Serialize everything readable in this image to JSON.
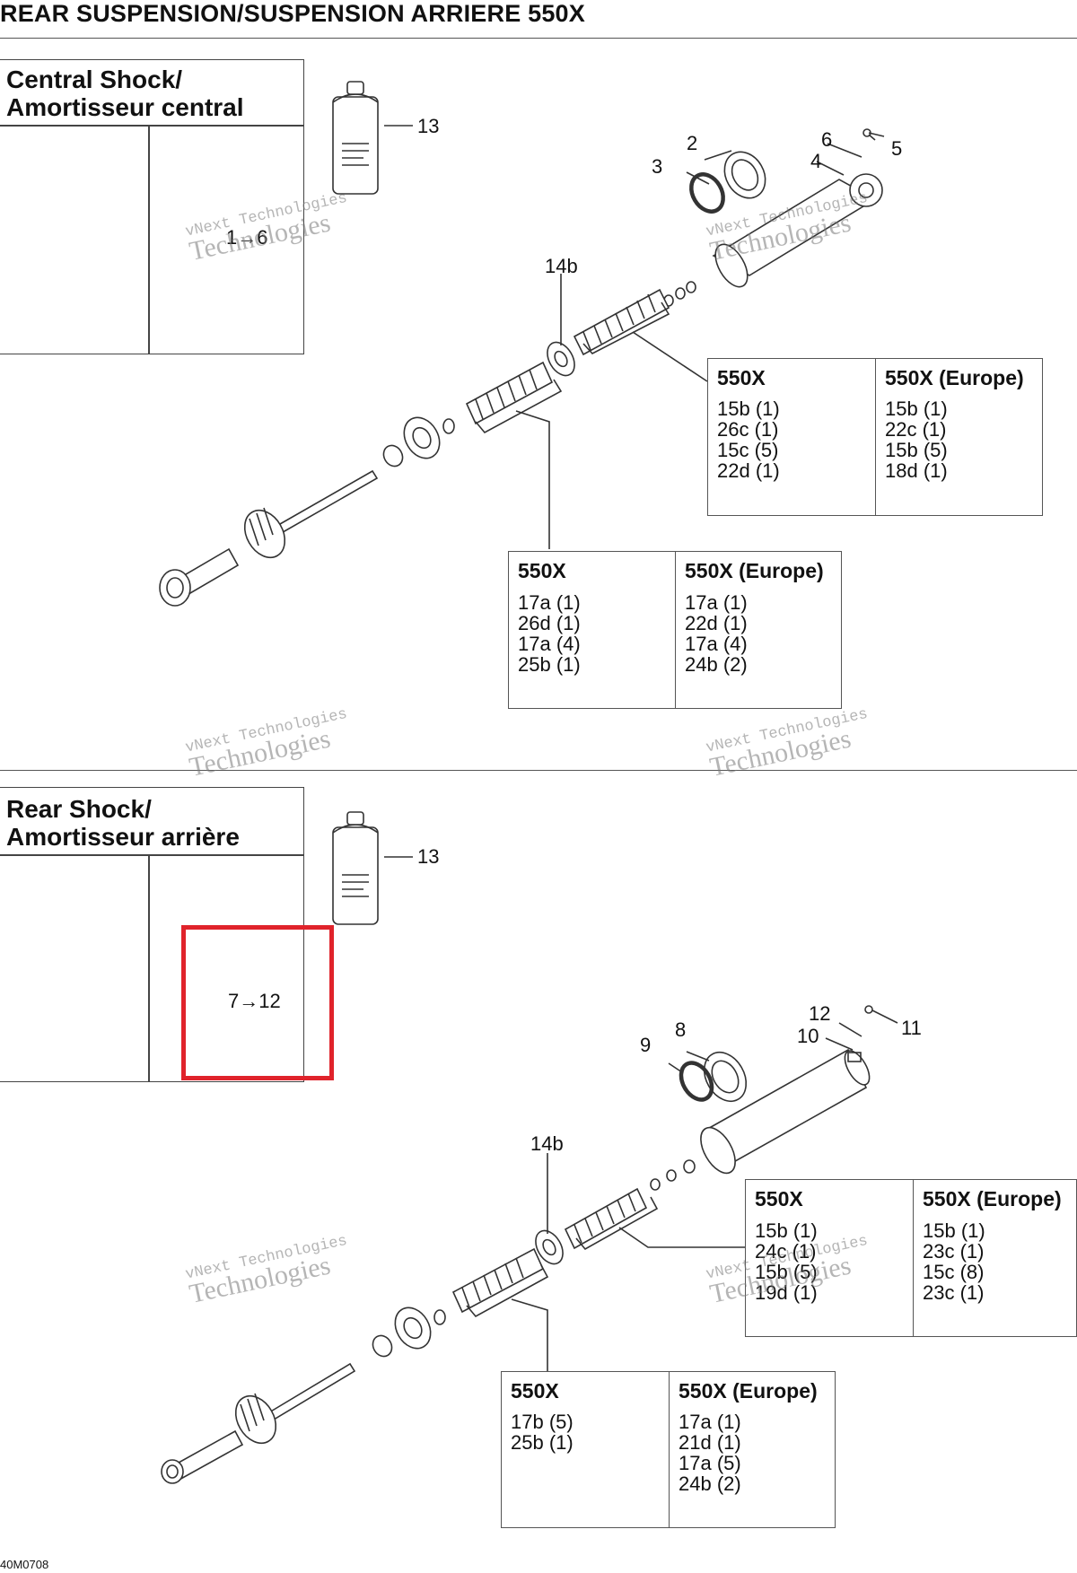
{
  "title": "REAR SUSPENSION/SUSPENSION ARRIERE 550X",
  "footer_code": "40M0708",
  "watermark": {
    "line1": "vNext Technologies",
    "line2": "Technologies"
  },
  "central": {
    "title_line1": "Central Shock/",
    "title_line2": "Amortisseur central",
    "ref_label": "1→6",
    "callouts": {
      "c13": "13",
      "c2": "2",
      "c3": "3",
      "c4": "4",
      "c5": "5",
      "c6": "6",
      "c14b": "14b"
    },
    "table_upper": {
      "col1": {
        "header": "550X",
        "items": [
          "15b (1)",
          "26c (1)",
          "15c (5)",
          "22d (1)"
        ]
      },
      "col2": {
        "header": "550X (Europe)",
        "items": [
          "15b (1)",
          "22c (1)",
          "15b (5)",
          "18d (1)"
        ]
      }
    },
    "table_lower": {
      "col1": {
        "header": "550X",
        "items": [
          "17a (1)",
          "26d (1)",
          "17a (4)",
          "25b (1)"
        ]
      },
      "col2": {
        "header": "550X (Europe)",
        "items": [
          "17a (1)",
          "22d (1)",
          "17a (4)",
          "24b (2)"
        ]
      }
    }
  },
  "rear": {
    "title_line1": "Rear Shock/",
    "title_line2": "Amortisseur arrière",
    "ref_label": "7→12",
    "callouts": {
      "c13": "13",
      "c8": "8",
      "c9": "9",
      "c10": "10",
      "c11": "11",
      "c12": "12",
      "c14b": "14b"
    },
    "table_upper": {
      "col1": {
        "header": "550X",
        "items": [
          "15b (1)",
          "24c (1)",
          "15b (5)",
          "19d (1)"
        ]
      },
      "col2": {
        "header": "550X (Europe)",
        "items": [
          "15b (1)",
          "23c (1)",
          "15c (8)",
          "23c (1)"
        ]
      }
    },
    "table_lower": {
      "col1": {
        "header": "550X",
        "items": [
          "17b (5)",
          "25b (1)"
        ]
      },
      "col2": {
        "header": "550X (Europe)",
        "items": [
          "17a (1)",
          "21d (1)",
          "17a (5)",
          "24b (2)"
        ]
      }
    }
  },
  "colors": {
    "highlight": "#e0232b",
    "line": "#333333"
  }
}
